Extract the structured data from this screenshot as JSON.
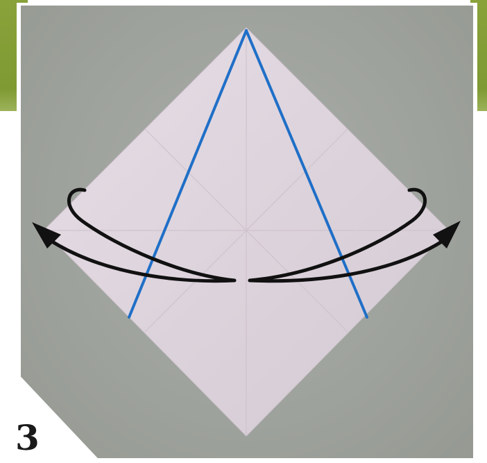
{
  "step": {
    "number": "3"
  },
  "colors": {
    "background_gray": "#9fa39d",
    "paper": "#ddd3dc",
    "fold_line": "#1f6fc7",
    "arrow": "#111111",
    "olive_band": "#849d36"
  },
  "diagram": {
    "subject": "origami-square-diamond",
    "fold_lines": 2,
    "arrows": 2,
    "icons": [
      "fold-line",
      "fold-arrow-left",
      "fold-arrow-right"
    ]
  }
}
